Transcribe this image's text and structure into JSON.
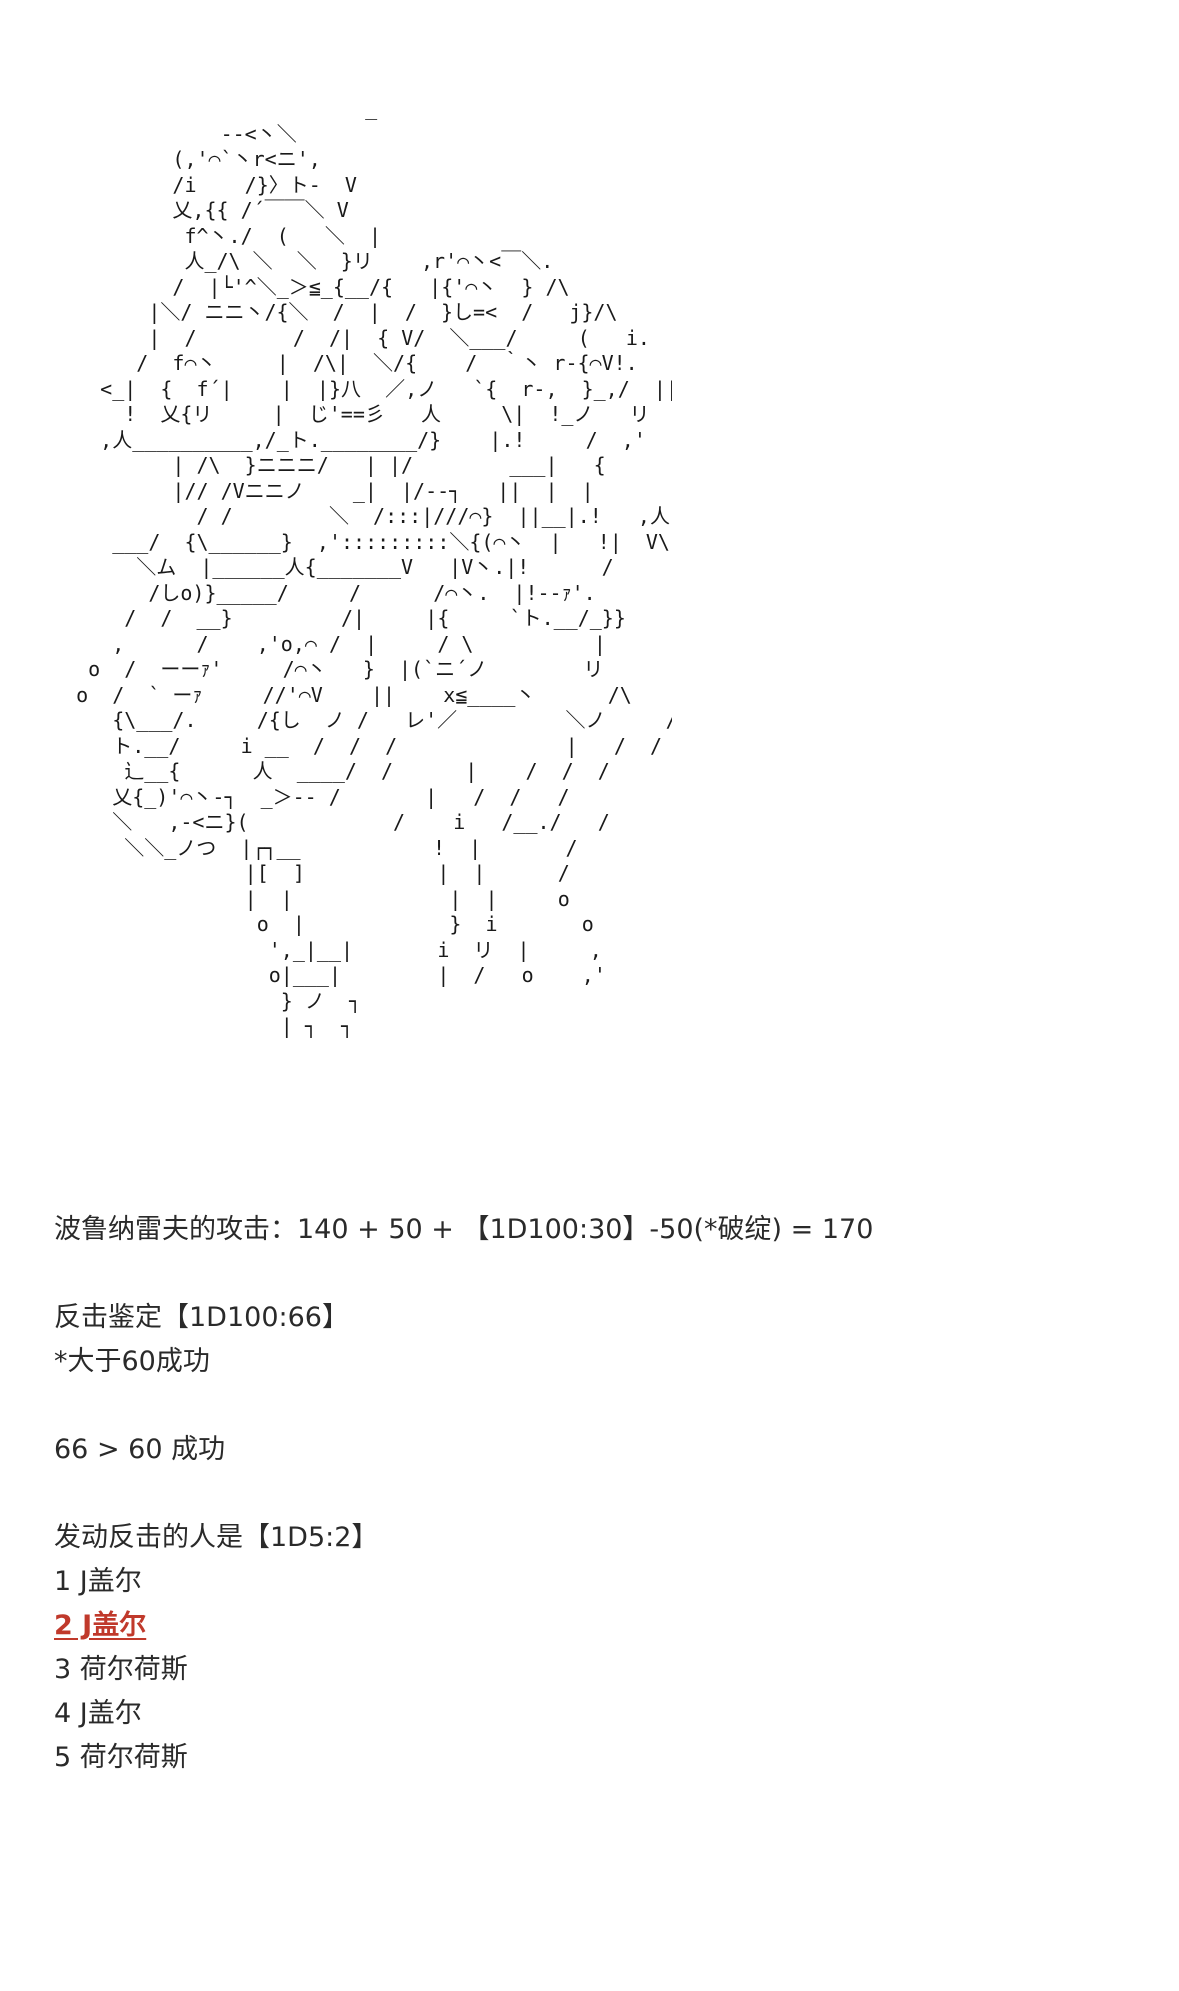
{
  "art": {
    "lines": [
      "                          _",
      "              --<丶＼",
      "          (,'⌒`丶r<ニ',",
      "          /i    /}〉ト-  V",
      "          乂,{{ /´￣￣＼ V",
      "           f^丶./  (   ＼  |",
      "           人_/\\ ＼  ＼  }リ    ,r'⌒丶<￣＼.",
      "          /  |└'^＼_＞≦_{__/{   |{'⌒丶  } /\\",
      "        |＼/ ニニ丶/{＼  /  |  /  }し=<  /   j}/\\",
      "        |  /        /  /|  { V/  ＼___/     (   i.",
      "       /  f⌒丶     |  /\\|  ＼/{    /  ｀丶 r-{⌒V!.",
      "    <_|  {  f´|    |  |}八  ／,ノ   `{  r-,  }_,/  ||.",
      "      !  乂{リ     |  じ'==彡   人     \\|  !_ノ   リ",
      "    ,人__________,/_ト.________/}    |.!     /  ,'",
      "          | /\\  }ニニニ/   | |/        ___|   {",
      "          |// /Vニニノ    _|  |/--┐   ||  |  |",
      "            / /        ＼  /:::|///⌒}  ||__|.!   ,人",
      "     ___/  {\\______}  ,':::::::::＼{(⌒丶  |   !|  V\\",
      "       ＼ム  |______人{_______V   |V丶.|!      /",
      "        /しo)}_____/     /      /⌒丶.  |!--ｧ'.",
      "      /  /  __}         /|     |{     `ト.__/_}}",
      "     ,      /    ,'o,⌒ /  |     / \\          |",
      "   o  /  ーーｧ'     /⌒丶   }  |(`ニ´ノ        リ",
      "  o  /  ` ーｧ     //'⌒V    ||    x≦____丶      /\\",
      "     {\\___/.     /{し  ノ /   レ'／         ＼ノ     /  /\\",
      "     ト.__/     i __  /  /  /              |   /  /",
      "      辶__{      人  ____/  /      |    /  /  /",
      "     乂{_)'⌒丶-┐  _＞-- /       |   /  /   /",
      "     ＼   ,-<ニ}(            /    i   /__./   /",
      "      ＼＼_ノつ  |┌┐__           !  |       /",
      "                |[  ]           |  |      /",
      "                |  |             |  |     o",
      "                 o  |            }  i       o",
      "                  ',_|__|       i  リ  |     ,",
      "                  o|___|        |  /   o    ,'",
      "                   } ノ  ┐",
      "                   | ┐  ┐"
    ]
  },
  "content": {
    "attack_line": "波鲁纳雷夫的攻击：140 + 50 + 【1D100:30】-50(*破绽) = 170",
    "counter_check": "反击鉴定【1D100:66】",
    "counter_rule": "*大于60成功",
    "counter_result": "66 > 60 成功",
    "counter_who": "发动反击的人是【1D5:2】",
    "options": [
      "1 J盖尔",
      "2 J盖尔",
      "3 荷尔荷斯",
      "4 J盖尔",
      "5 荷尔荷斯"
    ],
    "selected_index": 1,
    "highlight_color": "#c0392b"
  }
}
